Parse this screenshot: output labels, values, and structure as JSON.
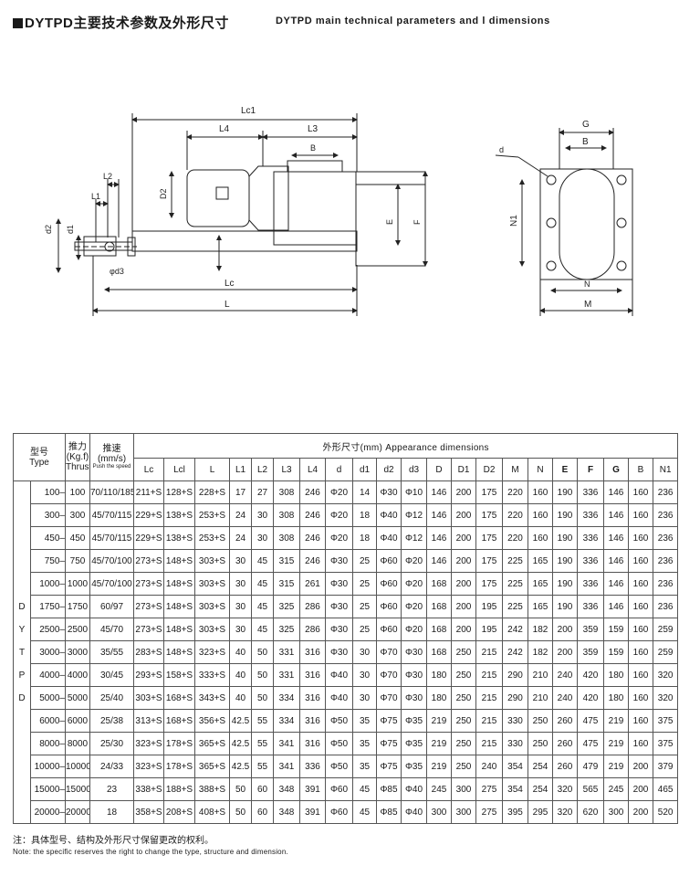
{
  "header": {
    "title_cn": "DYTPD主要技术参数及外形尺寸",
    "title_en": "DYTPD main technical parameters and l dimensions"
  },
  "drawing": {
    "labels": {
      "Lc1": "Lc1",
      "L4": "L4",
      "L3": "L3",
      "B": "B",
      "L2": "L2",
      "L1": "L1",
      "D2": "D2",
      "d2": "d2",
      "d1": "d1",
      "phid3": "φd3",
      "E": "E",
      "F": "F",
      "Lc": "Lc",
      "L": "L",
      "G": "G",
      "d": "d",
      "N1": "N1",
      "N": "N",
      "M": "M",
      "B2": "B"
    }
  },
  "table": {
    "type_label_cn": "型号",
    "type_label_en": "Type",
    "thrust_label_cn": "推力",
    "thrust_label_unit": "(Kg.f)",
    "thrust_label_en": "Thrust",
    "speed_label_cn": "推速",
    "speed_label_unit": "(mm/s)",
    "speed_label_en": "Push the speed",
    "dims_label": "外形尺寸(mm) Appearance dimensions",
    "columns": [
      "Lc",
      "Lcl",
      "L",
      "L1",
      "L2",
      "L3",
      "L4",
      "d",
      "d1",
      "d2",
      "d3",
      "D",
      "D1",
      "D2",
      "M",
      "N",
      "E",
      "F",
      "G",
      "B",
      "N1"
    ],
    "series": [
      "D",
      "Y",
      "T",
      "P",
      "D"
    ],
    "rows": [
      {
        "type": "100–",
        "thrust": "100",
        "speed": "70/110/185",
        "dims": [
          "211+S",
          "128+S",
          "228+S",
          "17",
          "27",
          "308",
          "246",
          "Φ20",
          "14",
          "Φ30",
          "Φ10",
          "146",
          "200",
          "175",
          "220",
          "160",
          "190",
          "336",
          "146",
          "160",
          "236"
        ]
      },
      {
        "type": "300–",
        "thrust": "300",
        "speed": "45/70/115",
        "dims": [
          "229+S",
          "138+S",
          "253+S",
          "24",
          "30",
          "308",
          "246",
          "Φ20",
          "18",
          "Φ40",
          "Φ12",
          "146",
          "200",
          "175",
          "220",
          "160",
          "190",
          "336",
          "146",
          "160",
          "236"
        ]
      },
      {
        "type": "450–",
        "thrust": "450",
        "speed": "45/70/115",
        "dims": [
          "229+S",
          "138+S",
          "253+S",
          "24",
          "30",
          "308",
          "246",
          "Φ20",
          "18",
          "Φ40",
          "Φ12",
          "146",
          "200",
          "175",
          "220",
          "160",
          "190",
          "336",
          "146",
          "160",
          "236"
        ]
      },
      {
        "type": "750–",
        "thrust": "750",
        "speed": "45/70/100",
        "dims": [
          "273+S",
          "148+S",
          "303+S",
          "30",
          "45",
          "315",
          "246",
          "Φ30",
          "25",
          "Φ60",
          "Φ20",
          "146",
          "200",
          "175",
          "225",
          "165",
          "190",
          "336",
          "146",
          "160",
          "236"
        ]
      },
      {
        "type": "1000–",
        "thrust": "1000",
        "speed": "45/70/100",
        "dims": [
          "273+S",
          "148+S",
          "303+S",
          "30",
          "45",
          "315",
          "261",
          "Φ30",
          "25",
          "Φ60",
          "Φ20",
          "168",
          "200",
          "175",
          "225",
          "165",
          "190",
          "336",
          "146",
          "160",
          "236"
        ]
      },
      {
        "type": "1750–",
        "thrust": "1750",
        "speed": "60/97",
        "dims": [
          "273+S",
          "148+S",
          "303+S",
          "30",
          "45",
          "325",
          "286",
          "Φ30",
          "25",
          "Φ60",
          "Φ20",
          "168",
          "200",
          "195",
          "225",
          "165",
          "190",
          "336",
          "146",
          "160",
          "236"
        ]
      },
      {
        "type": "2500–",
        "thrust": "2500",
        "speed": "45/70",
        "dims": [
          "273+S",
          "148+S",
          "303+S",
          "30",
          "45",
          "325",
          "286",
          "Φ30",
          "25",
          "Φ60",
          "Φ20",
          "168",
          "200",
          "195",
          "242",
          "182",
          "200",
          "359",
          "159",
          "160",
          "259"
        ]
      },
      {
        "type": "3000–",
        "thrust": "3000",
        "speed": "35/55",
        "dims": [
          "283+S",
          "148+S",
          "323+S",
          "40",
          "50",
          "331",
          "316",
          "Φ30",
          "30",
          "Φ70",
          "Φ30",
          "168",
          "250",
          "215",
          "242",
          "182",
          "200",
          "359",
          "159",
          "160",
          "259"
        ]
      },
      {
        "type": "4000–",
        "thrust": "4000",
        "speed": "30/45",
        "dims": [
          "293+S",
          "158+S",
          "333+S",
          "40",
          "50",
          "331",
          "316",
          "Φ40",
          "30",
          "Φ70",
          "Φ30",
          "180",
          "250",
          "215",
          "290",
          "210",
          "240",
          "420",
          "180",
          "160",
          "320"
        ]
      },
      {
        "type": "5000–",
        "thrust": "5000",
        "speed": "25/40",
        "dims": [
          "303+S",
          "168+S",
          "343+S",
          "40",
          "50",
          "334",
          "316",
          "Φ40",
          "30",
          "Φ70",
          "Φ30",
          "180",
          "250",
          "215",
          "290",
          "210",
          "240",
          "420",
          "180",
          "160",
          "320"
        ]
      },
      {
        "type": "6000–",
        "thrust": "6000",
        "speed": "25/38",
        "dims": [
          "313+S",
          "168+S",
          "356+S",
          "42.5",
          "55",
          "334",
          "316",
          "Φ50",
          "35",
          "Φ75",
          "Φ35",
          "219",
          "250",
          "215",
          "330",
          "250",
          "260",
          "475",
          "219",
          "160",
          "375"
        ]
      },
      {
        "type": "8000–",
        "thrust": "8000",
        "speed": "25/30",
        "dims": [
          "323+S",
          "178+S",
          "365+S",
          "42.5",
          "55",
          "341",
          "316",
          "Φ50",
          "35",
          "Φ75",
          "Φ35",
          "219",
          "250",
          "215",
          "330",
          "250",
          "260",
          "475",
          "219",
          "160",
          "375"
        ]
      },
      {
        "type": "10000–",
        "thrust": "10000",
        "speed": "24/33",
        "dims": [
          "323+S",
          "178+S",
          "365+S",
          "42.5",
          "55",
          "341",
          "336",
          "Φ50",
          "35",
          "Φ75",
          "Φ35",
          "219",
          "250",
          "240",
          "354",
          "254",
          "260",
          "479",
          "219",
          "200",
          "379"
        ]
      },
      {
        "type": "15000–",
        "thrust": "15000",
        "speed": "23",
        "dims": [
          "338+S",
          "188+S",
          "388+S",
          "50",
          "60",
          "348",
          "391",
          "Φ60",
          "45",
          "Φ85",
          "Φ40",
          "245",
          "300",
          "275",
          "354",
          "254",
          "320",
          "565",
          "245",
          "200",
          "465"
        ]
      },
      {
        "type": "20000–",
        "thrust": "20000",
        "speed": "18",
        "dims": [
          "358+S",
          "208+S",
          "408+S",
          "50",
          "60",
          "348",
          "391",
          "Φ60",
          "45",
          "Φ85",
          "Φ40",
          "300",
          "300",
          "275",
          "395",
          "295",
          "320",
          "620",
          "300",
          "200",
          "520"
        ]
      }
    ]
  },
  "notes": {
    "cn": "注：具体型号、结构及外形尺寸保留更改的权利。",
    "en": "Note: the specific reserves the right to change the type, structure and dimension."
  }
}
